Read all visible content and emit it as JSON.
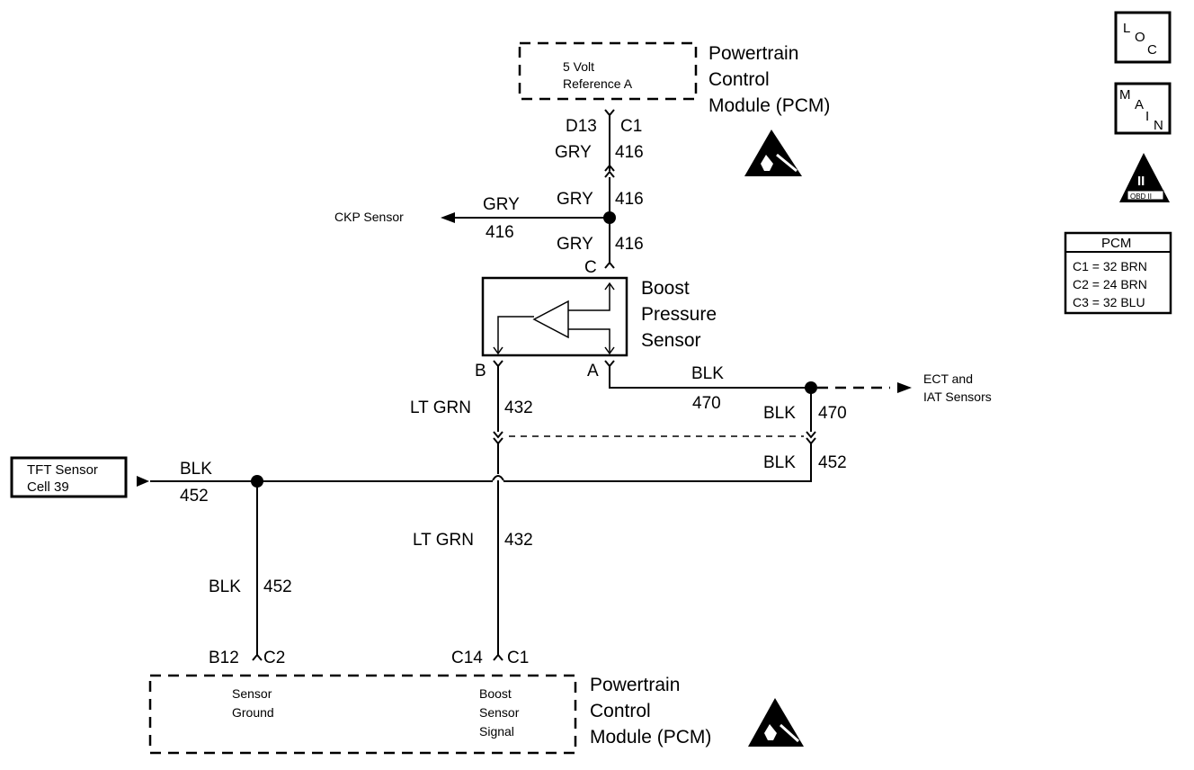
{
  "pcm_top": {
    "module_name": [
      "Powertrain",
      "Control",
      "Module (PCM)"
    ],
    "inner_label": [
      "5 Volt",
      "Reference A"
    ],
    "pin": "D13",
    "connector": "C1"
  },
  "wires": {
    "top_1": {
      "color": "GRY",
      "circuit": "416"
    },
    "top_2": {
      "color": "GRY",
      "circuit": "416"
    },
    "top_3": {
      "color": "GRY",
      "circuit": "416"
    },
    "ckp_branch": {
      "color": "GRY",
      "circuit": "416"
    },
    "sensor_signal_upper": {
      "color": "LT GRN",
      "circuit": "432"
    },
    "sensor_signal_lower": {
      "color": "LT GRN",
      "circuit": "432"
    },
    "ground_470_horizontal": {
      "color": "BLK",
      "circuit": "470"
    },
    "ground_470_vertical": {
      "color": "BLK",
      "circuit": "470"
    },
    "ground_452_right": {
      "color": "BLK",
      "circuit": "452"
    },
    "ground_452_left": {
      "color": "BLK",
      "circuit": "452"
    },
    "ground_452_down": {
      "color": "BLK",
      "circuit": "452"
    }
  },
  "ckp_sensor_label": "CKP Sensor",
  "ect_iat_label": [
    "ECT and",
    "IAT Sensors"
  ],
  "boost_sensor": {
    "name": [
      "Boost",
      "Pressure",
      "Sensor"
    ],
    "pin_c": "C",
    "pin_b": "B",
    "pin_a": "A"
  },
  "tft_sensor": [
    "TFT Sensor",
    "Cell 39"
  ],
  "pcm_bottom": {
    "module_name": [
      "Powertrain",
      "Control",
      "Module (PCM)"
    ],
    "ground_label": [
      "Sensor",
      "Ground"
    ],
    "signal_label": [
      "Boost",
      "Sensor",
      "Signal"
    ],
    "pin_ground": "B12",
    "conn_ground": "C2",
    "pin_signal": "C14",
    "conn_signal": "C1"
  },
  "side_icons": {
    "loc": [
      "L",
      "O",
      "C"
    ],
    "main": [
      "M",
      "A",
      "I",
      "N"
    ],
    "obd": [
      "II",
      "OBD II"
    ]
  },
  "pcm_legend": {
    "title": "PCM",
    "rows": [
      "C1 = 32 BRN",
      "C2 = 24 BRN",
      "C3 = 32 BLU"
    ]
  }
}
